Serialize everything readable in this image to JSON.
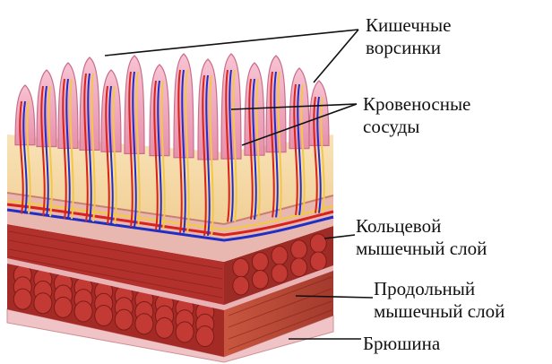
{
  "labels": {
    "villi": [
      "Кишечные",
      "ворсинки"
    ],
    "vessels": [
      "Кровеносные",
      "сосуды"
    ],
    "circular_muscle": [
      "Кольцевой",
      "мышечный слой"
    ],
    "longitudinal_muscle": [
      "Продольный",
      "мышечный слой"
    ],
    "serosa": [
      "Брюшина"
    ]
  },
  "colors": {
    "villi": "#f2a9bd",
    "submucosa": "#f6d9a6",
    "muscle": "#b3312c",
    "muscle_dark": "#8a1f1c",
    "serosa": "#f1c7c9",
    "artery": "#d8221a",
    "vein": "#1f2ec4",
    "lymph": "#f2c84a"
  }
}
